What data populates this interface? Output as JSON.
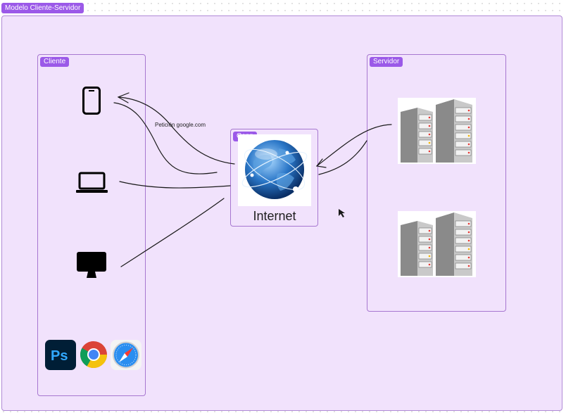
{
  "frame": {
    "title": "Modelo Cliente-Servidor"
  },
  "client": {
    "title": "Cliente",
    "devices": [
      {
        "name": "phone-icon"
      },
      {
        "name": "laptop-icon"
      },
      {
        "name": "desktop-icon"
      }
    ],
    "apps": [
      {
        "name": "photoshop-icon",
        "label": "Ps"
      },
      {
        "name": "chrome-icon"
      },
      {
        "name": "safari-icon"
      }
    ]
  },
  "connection": {
    "title": "Conn",
    "label": "Internet",
    "annotation": "Petición google.com"
  },
  "server": {
    "title": "Servidor",
    "racks": [
      {
        "name": "server-rack-icon"
      },
      {
        "name": "server-rack-icon"
      }
    ]
  },
  "colors": {
    "label_bg": "#9b59e8",
    "frame_bg": "#f1e2fc",
    "border": "#a777d0"
  }
}
